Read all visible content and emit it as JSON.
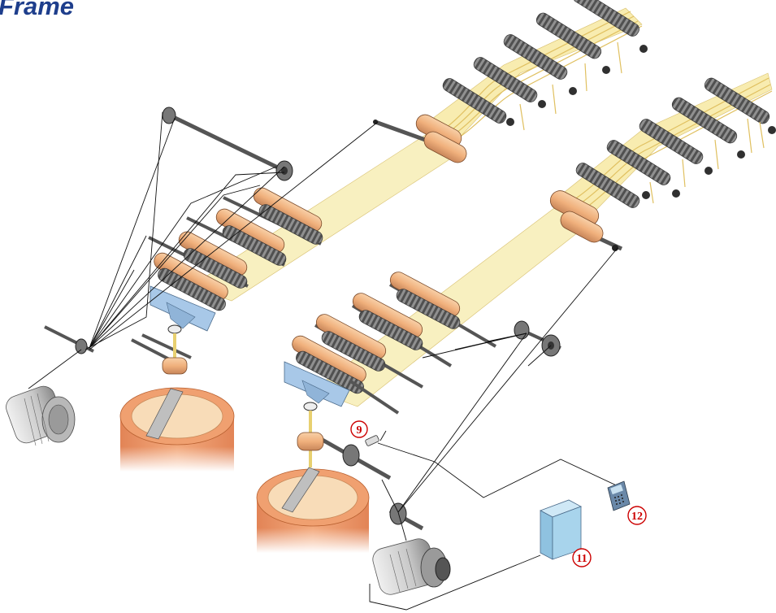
{
  "title": "Frame",
  "colors": {
    "title": "#1e3e8c",
    "roller": "#f0b47c",
    "fluted_roller": "#8c8c8c",
    "sliver": "#f8f0c0",
    "yarn": "#e8d070",
    "can": "#e8946a",
    "cabinet": "#a8d4ec",
    "callout": "#cc0000"
  },
  "callouts": [
    {
      "id": "9",
      "label": "9"
    },
    {
      "id": "11",
      "label": "11"
    },
    {
      "id": "12",
      "label": "12"
    }
  ],
  "components": [
    {
      "name": "creel-bobbins"
    },
    {
      "name": "drafting-rollers"
    },
    {
      "name": "coiler-head"
    },
    {
      "name": "sliver-can"
    },
    {
      "name": "drive-motor"
    },
    {
      "name": "sensor"
    },
    {
      "name": "control-cabinet"
    },
    {
      "name": "control-panel"
    }
  ]
}
